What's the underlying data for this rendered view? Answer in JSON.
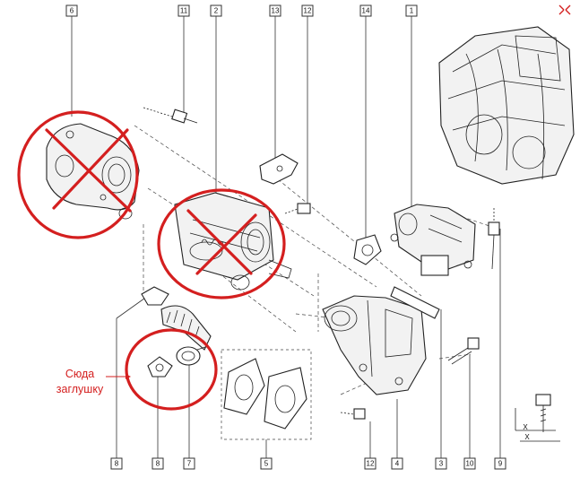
{
  "callouts": {
    "c6": "6",
    "c11_top": "11",
    "c2": "2",
    "c13": "13",
    "c12_top": "12",
    "c14": "14",
    "c1": "1",
    "c8_left": "8",
    "c8_bottom": "8",
    "c7": "7",
    "c5": "5",
    "c12_bottom": "12",
    "c4": "4",
    "c3": "3",
    "c10": "10",
    "c9": "9"
  },
  "annotation": {
    "line1": "Сюда",
    "line2": "заглушку",
    "color": "#d41f1f"
  },
  "inset": {
    "x_mark": "X"
  },
  "colors": {
    "annotation_red": "#d41f1f",
    "line": "#222222"
  }
}
